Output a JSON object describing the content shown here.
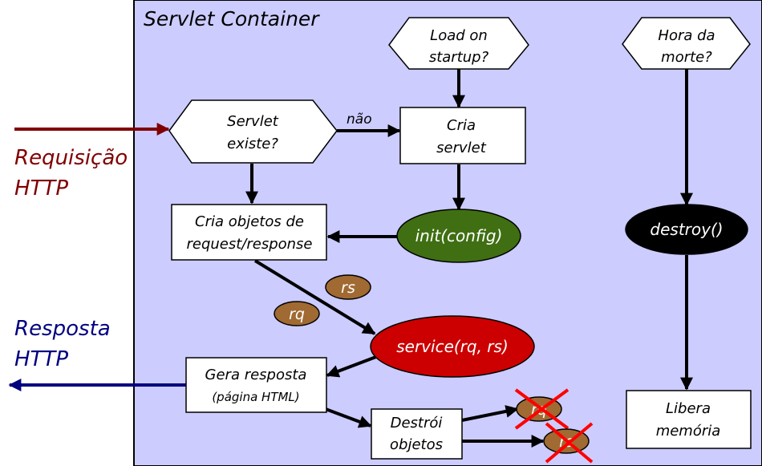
{
  "container": {
    "title": "Servlet Container"
  },
  "request": {
    "line1": "Requisição",
    "line2": "HTTP"
  },
  "response": {
    "line1": "Resposta",
    "line2": "HTTP"
  },
  "nodes": {
    "load_on_startup": {
      "line1": "Load on",
      "line2": "startup?"
    },
    "hora_da_morte": {
      "line1": "Hora da",
      "line2": "morte?"
    },
    "servlet_existe": {
      "line1": "Servlet",
      "line2": "existe?"
    },
    "cria_servlet": {
      "line1": "Cria",
      "line2": "servlet"
    },
    "cria_objetos": {
      "line1": "Cria objetos de",
      "line2": "request/response"
    },
    "init": {
      "label": "init(config)"
    },
    "destroy": {
      "label": "destroy()"
    },
    "rs_token": {
      "label": "rs"
    },
    "rq_token": {
      "label": "rq"
    },
    "service": {
      "label": "service(rq, rs)"
    },
    "gera_resposta": {
      "line1": "Gera resposta",
      "line2": "(página HTML)"
    },
    "destroi_objetos": {
      "line1": "Destrói",
      "line2": "objetos"
    },
    "libera_memoria": {
      "line1": "Libera",
      "line2": "memória"
    },
    "rq_destroyed": {
      "label": "rq"
    },
    "rs_destroyed": {
      "label": "rs"
    }
  },
  "edges": {
    "nao_label": "não"
  },
  "colors": {
    "container_fill": "#ccccff",
    "request_arrow": "#800000",
    "response_arrow": "#000080",
    "init_fill": "#3f6f12",
    "service_fill": "#cc0000",
    "destroy_fill": "#000000",
    "token_fill": "#a06a32",
    "cross": "#ff0000"
  }
}
